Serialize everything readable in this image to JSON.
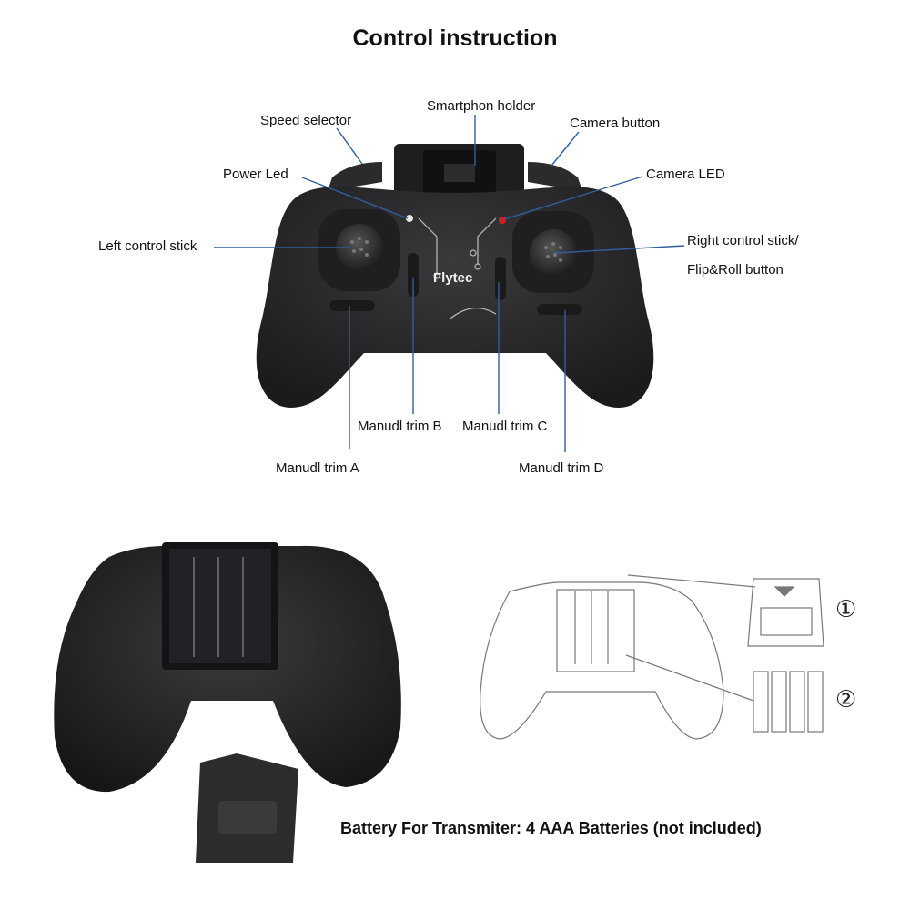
{
  "title": "Control instruction",
  "brand": "Flytec",
  "labels": {
    "speed_selector": "Speed selector",
    "smartphone_holder": "Smartphon holder",
    "camera_button": "Camera button",
    "power_led": "Power Led",
    "camera_led": "Camera LED",
    "left_stick": "Left control stick",
    "right_stick_line1": "Right control stick/",
    "right_stick_line2": "Flip&Roll button",
    "trim_a": "Manudl trim A",
    "trim_b": "Manudl trim B",
    "trim_c": "Manudl trim C",
    "trim_d": "Manudl trim D"
  },
  "steps": [
    "①",
    "②"
  ],
  "footer": "Battery For Transmiter: 4 AAA Batteries (not included)",
  "colors": {
    "controller_body": "#2a2a2c",
    "leader_line": "#2f5f9e",
    "camera_led": "#d12020"
  }
}
